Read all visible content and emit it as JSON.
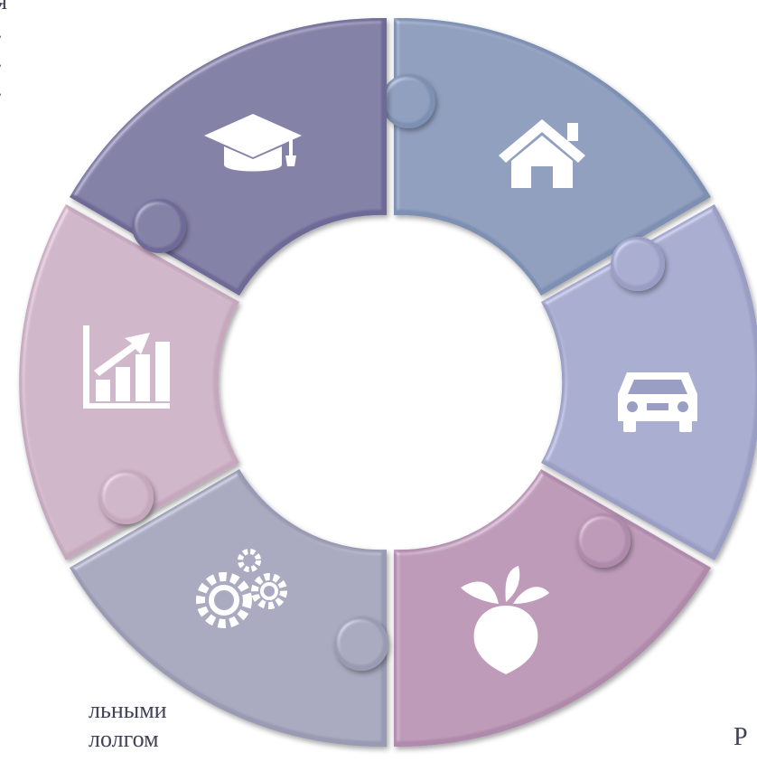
{
  "edge_text": {
    "top_left": [
      "я",
      ".",
      ".",
      "."
    ],
    "bottom_left": [
      "льными",
      "лолгом"
    ],
    "bottom_right": "Р"
  },
  "segments": [
    {
      "id": "home",
      "icon": "house-icon",
      "color": "#7d8fb2"
    },
    {
      "id": "car",
      "icon": "car-icon",
      "color": "#9a9ec4"
    },
    {
      "id": "agro",
      "icon": "beet-icon",
      "color": "#b08aab"
    },
    {
      "id": "industry",
      "icon": "gears-icon",
      "color": "#999bb3"
    },
    {
      "id": "growth",
      "icon": "bar-chart-icon",
      "color": "#c5a8bd"
    },
    {
      "id": "education",
      "icon": "graduation-cap-icon",
      "color": "#6e6a98"
    }
  ]
}
